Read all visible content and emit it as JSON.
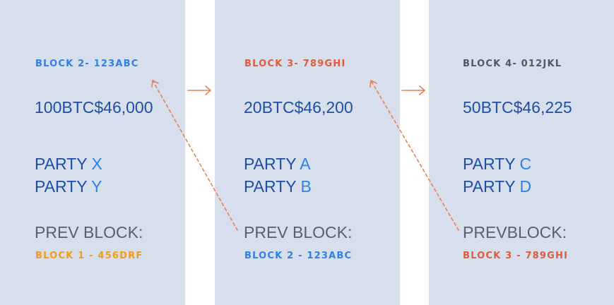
{
  "colors": {
    "card": "#d8dfec",
    "blue": "#2f7fe8",
    "red": "#e05a3c",
    "gray": "#54575c",
    "orange": "#f29a1a",
    "arrow": "#ec7d5a"
  },
  "blocks": [
    {
      "header": "BLOCK 2- 123ABC",
      "amount": "100BTC$46,000",
      "party_word": "PARTY",
      "party1": "X",
      "party2": "Y",
      "prev_label": "PREV BLOCK:",
      "prev_value": "BLOCK 1 - 456DRF"
    },
    {
      "header": "BLOCK 3- 789GHI",
      "amount": "20BTC$46,200",
      "party_word": "PARTY",
      "party1": "A",
      "party2": "B",
      "prev_label": "PREV BLOCK:",
      "prev_value": "BLOCK 2 - 123ABC"
    },
    {
      "header": "BLOCK 4- 012JKL",
      "amount": "50BTC$46,225",
      "party_word": "PARTY",
      "party1": "C",
      "party2": "D",
      "prev_label": "PREVBLOCK:",
      "prev_value": "BLOCK 3 - 789GHI"
    }
  ]
}
